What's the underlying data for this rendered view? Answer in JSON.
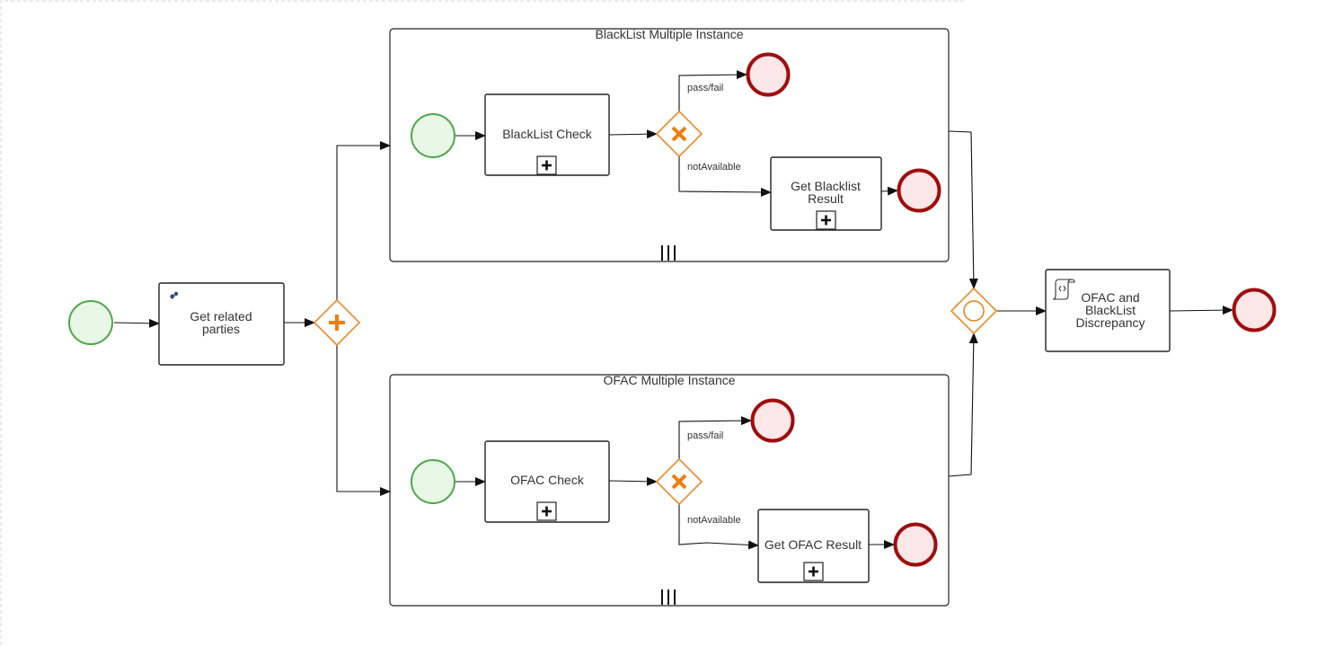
{
  "diagram": {
    "main_task": {
      "lines": [
        "Get related",
        "parties"
      ]
    },
    "blacklist": {
      "title": "BlackList Multiple Instance",
      "check_task": {
        "lines": [
          "BlackList Check"
        ]
      },
      "result_task": {
        "lines": [
          "Get Blacklist",
          "Result"
        ]
      },
      "label_pass": "pass/fail",
      "label_not": "notAvailable"
    },
    "ofac": {
      "title": "OFAC Multiple Instance",
      "check_task": {
        "lines": [
          "OFAC Check"
        ]
      },
      "result_task": {
        "lines": [
          "Get OFAC Result"
        ]
      },
      "label_pass": "pass/fail",
      "label_not": "notAvailable"
    },
    "final_task": {
      "lines": [
        "OFAC and",
        "BlackList",
        "Discrepancy"
      ]
    }
  },
  "colors": {
    "start_fill": "#e9f7e6",
    "start_stroke": "#4aa84a",
    "end_fill": "#fbe6e8",
    "end_stroke": "#a00d0d",
    "gateway_stroke": "#ef7d10"
  },
  "icons": {
    "main_task": "service-task-gears-icon",
    "final_task": "script-icon",
    "collapsed_subprocess": "plus-marker-icon",
    "multi_instance": "parallel-multi-instance-icon",
    "parallel_gateway": "plus-icon",
    "exclusive_gateway": "x-icon",
    "event_gateway": "circle-icon"
  }
}
